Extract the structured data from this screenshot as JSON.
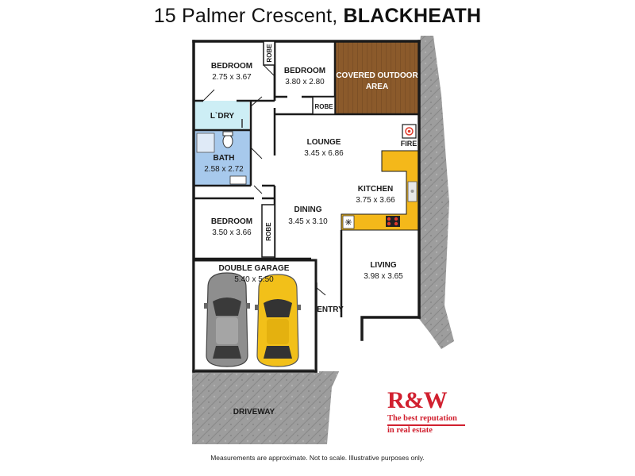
{
  "title": {
    "address": "15 Palmer Crescent,",
    "suburb": "BLACKHEATH"
  },
  "rooms": {
    "bedroom1": {
      "name": "BEDROOM",
      "size": "2.75 x 3.67"
    },
    "bedroom2": {
      "name": "BEDROOM",
      "size": "3.80 x 2.80"
    },
    "bedroom3": {
      "name": "BEDROOM",
      "size": "3.50 x 3.66"
    },
    "outdoor": {
      "line1": "COVERED OUTDOOR",
      "line2": "AREA"
    },
    "laundry": {
      "name": "L`DRY"
    },
    "bath": {
      "name": "BATH",
      "size": "2.58 x 2.72"
    },
    "lounge": {
      "name": "LOUNGE",
      "size": "3.45 x 6.86"
    },
    "kitchen": {
      "name": "KITCHEN",
      "size": "3.75 x 3.66"
    },
    "dining": {
      "name": "DINING",
      "size": "3.45 x 3.10"
    },
    "living": {
      "name": "LIVING",
      "size": "3.98 x 3.65"
    },
    "garage": {
      "name": "DOUBLE GARAGE",
      "size": "5.40 x 5.50"
    },
    "entry": {
      "name": "ENTRY"
    },
    "driveway": {
      "name": "DRIVEWAY"
    },
    "fire": {
      "name": "FIRE"
    },
    "robe": "ROBE"
  },
  "brand": {
    "logo": "R&W",
    "tagline_line1": "The best reputation",
    "tagline_line2": "in real estate",
    "color": "#d1202f"
  },
  "colors": {
    "wall": "#1a1a1a",
    "floor": "#ffffff",
    "wet_area": "#a7c9ec",
    "laundry": "#cdeef5",
    "kitchen_bench": "#f4b81a",
    "decking": "#8b5a2b",
    "paving": "#9a9a9a",
    "car_silver": "#8e8e8e",
    "car_yellow": "#f2c019"
  },
  "disclaimer": "Measurements are approximate. Not to scale. Illustrative purposes only."
}
